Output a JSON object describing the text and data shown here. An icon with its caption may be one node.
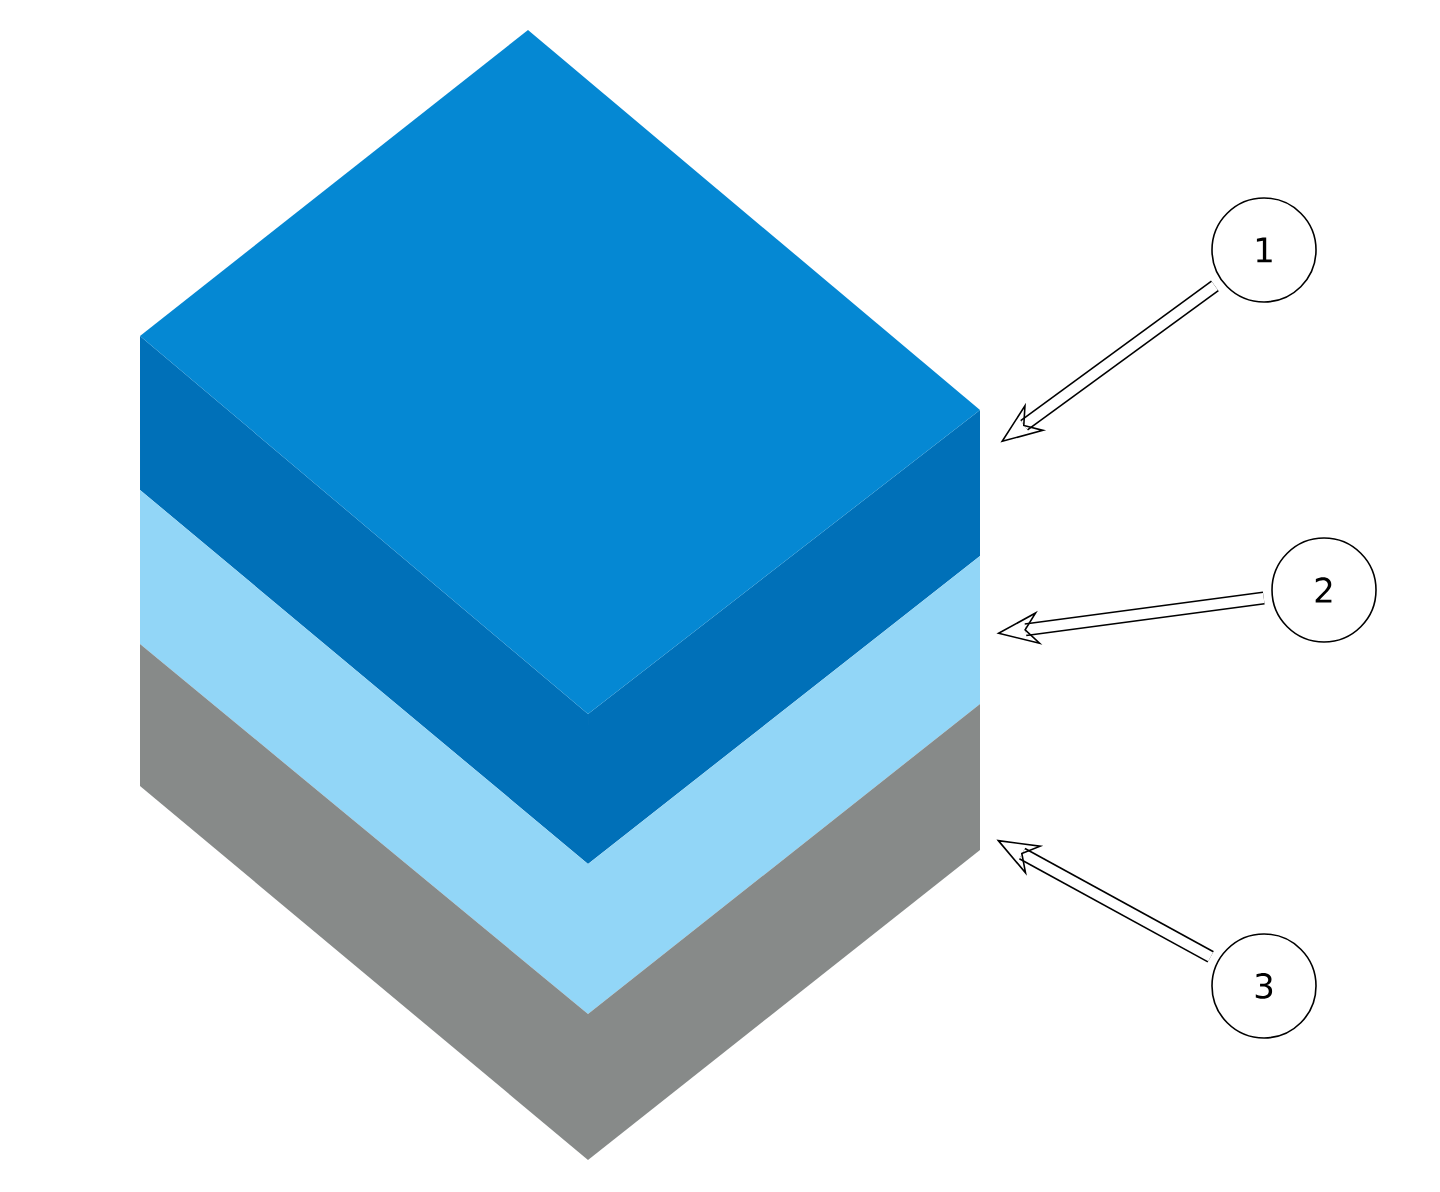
{
  "diagram": {
    "nodes": [
      {
        "text": [
          "1"
        ]
      },
      {
        "text": [
          "2"
        ]
      },
      {
        "text": [
          "3"
        ]
      },
      {
        "text": [],
        "shape": "box"
      },
      {
        "text": [],
        "shape": "box"
      },
      {
        "text": [],
        "shape": "box"
      }
    ],
    "edges": [
      {
        "from": 0,
        "to": 3,
        "arrow": "to"
      },
      {
        "from": 1,
        "to": 4,
        "arrow": "to"
      },
      {
        "from": 2,
        "to": 5,
        "arrow": "to"
      }
    ]
  }
}
